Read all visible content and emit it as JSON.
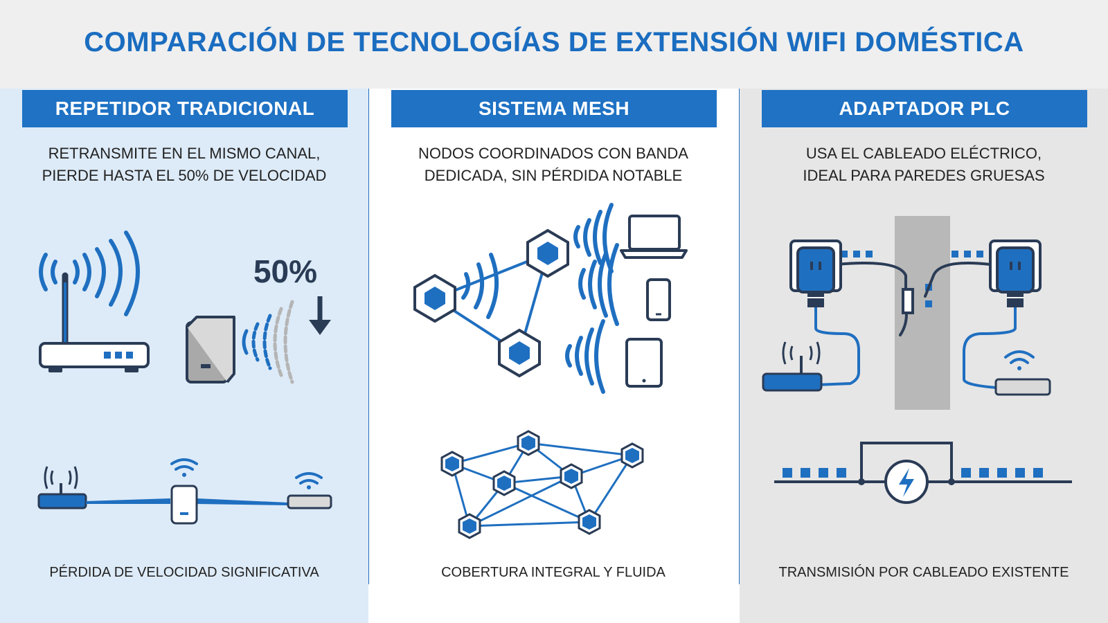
{
  "title": "COMPARACIÓN DE TECNOLOGÍAS DE EXTENSIÓN WIFI DOMÉSTICA",
  "colors": {
    "accent": "#1f72c4",
    "dark": "#2a3b55",
    "col1_bg": "#ddebf8",
    "col3_bg": "#e6e6e6"
  },
  "columns": [
    {
      "heading": "REPETIDOR TRADICIONAL",
      "desc_line1": "RETRANSMITE EN EL MISMO CANAL,",
      "desc_line2": "PIERDE HASTA EL 50% DE VELOCIDAD",
      "badge": "50%",
      "caption": "PÉRDIDA DE VELOCIDAD SIGNIFICATIVA",
      "icons": [
        "router-icon",
        "repeater-icon",
        "wifi-signal-icon",
        "arrow-down-icon"
      ]
    },
    {
      "heading": "SISTEMA MESH",
      "desc_line1": "NODOS COORDINADOS CON BANDA",
      "desc_line2": "DEDICADA, SIN PÉRDIDA NOTABLE",
      "caption": "COBERTURA INTEGRAL Y FLUIDA",
      "icons": [
        "mesh-node-icon",
        "laptop-icon",
        "phone-icon",
        "tablet-icon"
      ]
    },
    {
      "heading": "ADAPTADOR PLC",
      "desc_line1": "USA EL CABLEADO ELÉCTRICO,",
      "desc_line2": "IDEAL PARA PAREDES GRUESAS",
      "caption": "TRANSMISIÓN POR CABLEADO EXISTENTE",
      "icons": [
        "plc-adapter-icon",
        "wall-icon",
        "router-icon",
        "lightning-icon"
      ]
    }
  ]
}
